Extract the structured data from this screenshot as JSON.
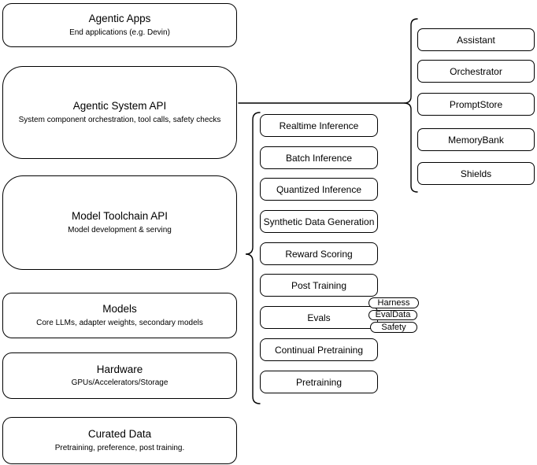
{
  "diagram": {
    "left_column": {
      "boxes": [
        {
          "title": "Agentic Apps",
          "subtitle": "End applications (e.g. Devin)"
        },
        {
          "title": "Agentic System API",
          "subtitle": "System component orchestration, tool calls, safety checks"
        },
        {
          "title": "Model Toolchain API",
          "subtitle": "Model development & serving"
        },
        {
          "title": "Models",
          "subtitle": "Core LLMs, adapter weights, secondary models"
        },
        {
          "title": "Hardware",
          "subtitle": "GPUs/Accelerators/Storage"
        },
        {
          "title": "Curated Data",
          "subtitle": "Pretraining, preference, post training."
        }
      ]
    },
    "toolchain_items": [
      "Realtime Inference",
      "Batch Inference",
      "Quantized Inference",
      "Synthetic Data Generation",
      "Reward Scoring",
      "Post Training",
      "Evals",
      "Continual Pretraining",
      "Pretraining"
    ],
    "eval_pills": [
      "Harness",
      "EvalData",
      "Safety"
    ],
    "system_components": [
      "Assistant",
      "Orchestrator",
      "PromptStore",
      "MemoryBank",
      "Shields"
    ],
    "colors": {
      "stroke": "#000000",
      "fill": "#ffffff",
      "text": "#000000"
    }
  }
}
